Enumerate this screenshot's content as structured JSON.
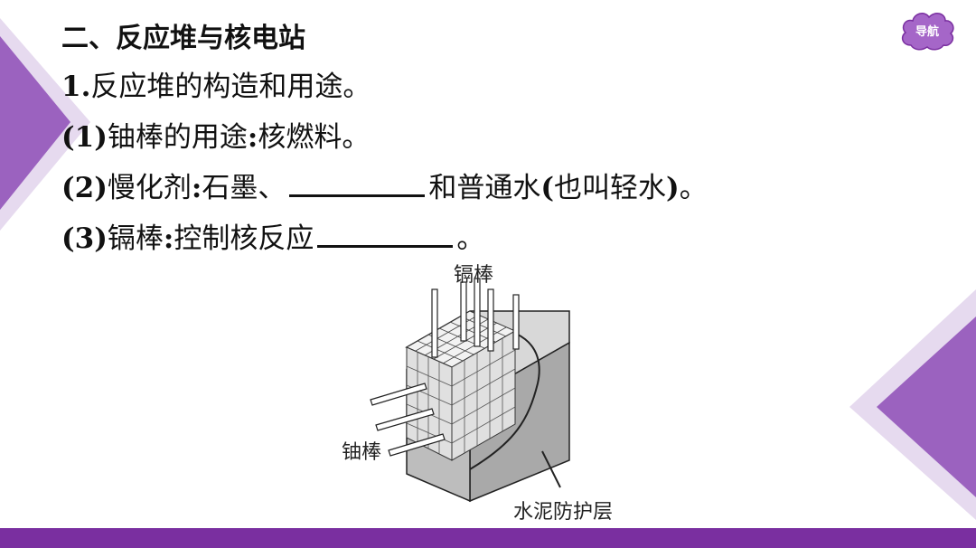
{
  "slide": {
    "heading": "二、反应堆与核电站",
    "line1": {
      "num": "1.",
      "text": "反应堆的构造和用途。"
    },
    "line2": {
      "num": "(1)",
      "text_a": "铀棒的用途",
      "colon": ":",
      "text_b": "核燃料。"
    },
    "line3": {
      "num": "(2)",
      "text_a": "慢化剂",
      "colon": ":",
      "text_b": "石墨、",
      "text_c": "和普通水",
      "paren_open": "(",
      "text_d": "也叫轻水",
      "paren_close": ")",
      "text_e": "。"
    },
    "line4": {
      "num": "(3)",
      "text_a": "镉棒",
      "colon": ":",
      "text_b": "控制核反应",
      "text_c": "。"
    }
  },
  "figure": {
    "label_cadmium": "镉棒",
    "label_uranium": "铀棒",
    "label_cement": "水泥防护层"
  },
  "nav": {
    "label": "导航"
  },
  "colors": {
    "accent": "#7a2fa0",
    "light_accent": "#c9a6dc"
  }
}
